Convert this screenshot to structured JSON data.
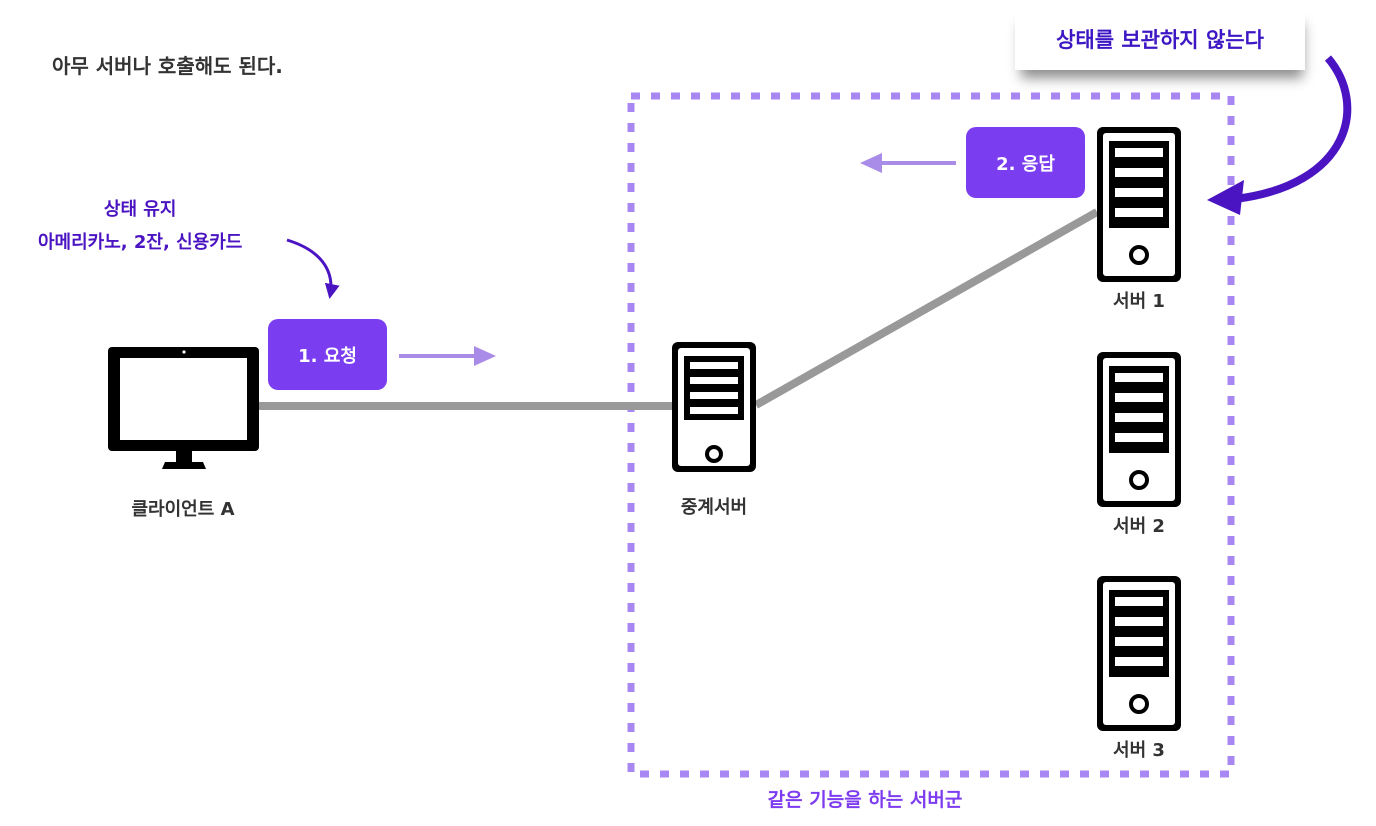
{
  "headline": "아무 서버나 호출해도 된다.",
  "state_note": {
    "line1": "상태 유지",
    "line2": "아메리카노, 2잔, 신용카드"
  },
  "callout": "상태를 보관하지 않는다",
  "request_label": "1. 요청",
  "response_label": "2. 응답",
  "client_label": "클라이언트 A",
  "relay_label": "중계서버",
  "servers": [
    "서버 1",
    "서버 2",
    "서버 3"
  ],
  "cluster_caption": "같은 기능을 하는 서버군",
  "colors": {
    "accent_purple": "#7a3df0",
    "dark_purple": "#4b14c2",
    "dashed_border": "#a987f2",
    "connector_gray": "#999999",
    "arrow_light_purple": "#a98be8"
  }
}
